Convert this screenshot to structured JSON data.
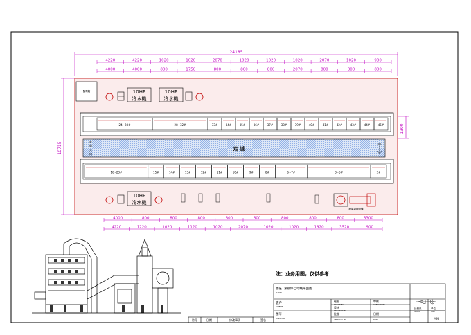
{
  "colors": {
    "dim": "#c000c0",
    "line": "#000000",
    "bench": "#c00000",
    "aisle_hatch": "#2060d0",
    "shade": "#f2dede"
  },
  "overall_dim": "24185",
  "left_dim": "10715",
  "right_dim": "1300",
  "top_row1": [
    "4220",
    "4220",
    "1020",
    "1020",
    "2070",
    "1020",
    "1020",
    "1020",
    "2070",
    "1020",
    "900"
  ],
  "top_row2": [
    "4000",
    "4000",
    "800",
    "1750",
    "800",
    "800",
    "800",
    "2070",
    "800",
    "800",
    "800"
  ],
  "bot_row1": [
    "4000",
    "800",
    "800",
    "800",
    "800",
    "800",
    "800",
    "800",
    "800",
    "3300"
  ],
  "bot_row2": [
    "4220",
    "1220",
    "1020",
    "1120",
    "1020",
    "2070",
    "1020",
    "1020",
    "1920",
    "3520",
    "900"
  ],
  "chiller_label_top": "10HP",
  "chiller_label_bottom": "冷水機",
  "side_box_label": "配電箱",
  "aisle_label": "走 道",
  "aisle_side_label": "走\n道\n入\n口",
  "upper_rooms": [
    "24~28#",
    "28~32#",
    "33#",
    "34#",
    "35#",
    "36#",
    "37#",
    "38#",
    "39#",
    "40#",
    "41#",
    "42#",
    "43#",
    "44#",
    "45#"
  ],
  "lower_rooms": [
    "16~23#",
    "15#",
    "14#",
    "13#",
    "12#",
    "11#",
    "10#",
    "9#",
    "8#",
    "6~7#",
    "3~5#",
    "2#"
  ],
  "corner_room": "2#",
  "equipment_label": "廢氣處理設備",
  "note": "注：业务用图，仅供参考",
  "title_block": {
    "title_label": "图名",
    "title_value": "滚镀件自动线平面图",
    "name_label": "NAME",
    "client_label": "客户",
    "client_en": "CLIENT",
    "drawn_label": "绘图",
    "drawn_en": "DRAWN BY",
    "checked_label": "审核",
    "checked_en": "CHECKED BY",
    "designed_label": "设计",
    "designed_en": "DESIGNED BY",
    "approved_label": "批准",
    "approved_en": "APPROVAL BY",
    "dwg_label": "图号",
    "dwg_en": "DWG NO",
    "date_label": "日期",
    "date_en": "DATE",
    "scale_label": "比例尺",
    "scale_en": "SCALE",
    "unit_label": "单位",
    "unit_en": "UNIT",
    "unit_value": "MM",
    "rev_headers": [
      "符号",
      "日期",
      "修改事项",
      "签名"
    ]
  }
}
